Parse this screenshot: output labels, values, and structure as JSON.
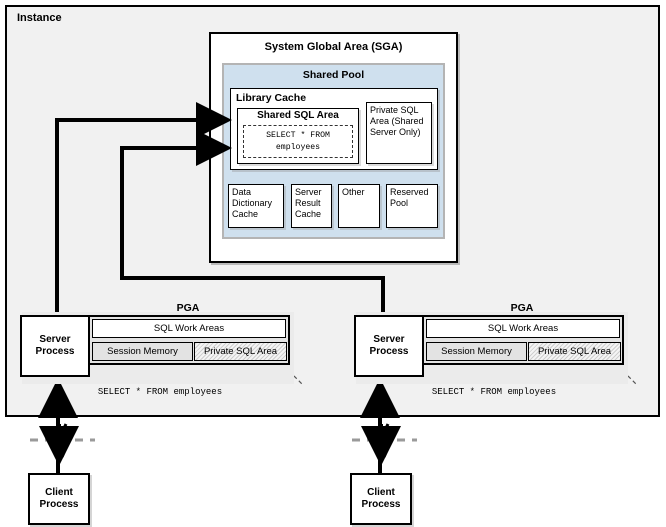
{
  "diagram": {
    "instance_label": "Instance",
    "sga": {
      "title": "System Global Area (SGA)",
      "shared_pool": {
        "title": "Shared Pool",
        "library_cache": {
          "title": "Library Cache",
          "shared_sql_area": {
            "title": "Shared SQL Area",
            "statement": "SELECT * FROM employees"
          },
          "private_sql_area": "Private SQL Area (Shared Server Only)"
        },
        "components": [
          {
            "label": "Data Dictionary Cache"
          },
          {
            "label": "Server Result Cache"
          },
          {
            "label": "Other"
          },
          {
            "label": "Reserved Pool"
          }
        ]
      }
    },
    "processes": [
      {
        "server_process": "Server Process",
        "pga_title": "PGA",
        "sql_work_areas": "SQL Work Areas",
        "session_memory": "Session Memory",
        "private_sql_area": "Private SQL Area",
        "sql_caption": "SELECT * FROM employees",
        "client_process": "Client Process"
      },
      {
        "server_process": "Server Process",
        "pga_title": "PGA",
        "sql_work_areas": "SQL Work Areas",
        "session_memory": "Session Memory",
        "private_sql_area": "Private SQL Area",
        "sql_caption": "SELECT * FROM employees",
        "client_process": "Client Process"
      }
    ],
    "colors": {
      "instance_bg": "#f1f1f1",
      "shared_pool_bg": "#cfe0ee",
      "pga_bg": "#e3e3e3",
      "line": "#000000"
    }
  }
}
